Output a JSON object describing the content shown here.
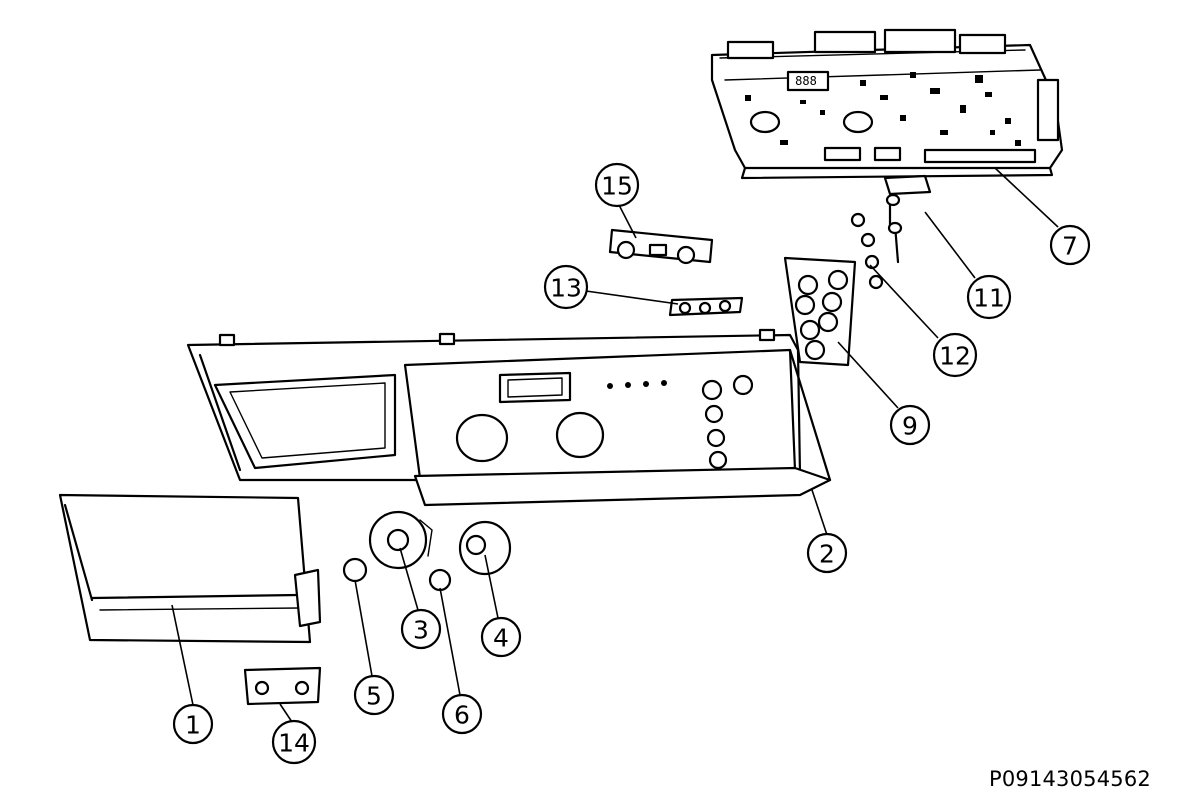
{
  "reference_code": "P09143054562",
  "callouts": [
    {
      "id": "1",
      "label": "1"
    },
    {
      "id": "2",
      "label": "2"
    },
    {
      "id": "3",
      "label": "3"
    },
    {
      "id": "4",
      "label": "4"
    },
    {
      "id": "5",
      "label": "5"
    },
    {
      "id": "6",
      "label": "6"
    },
    {
      "id": "7",
      "label": "7"
    },
    {
      "id": "9",
      "label": "9"
    },
    {
      "id": "11",
      "label": "11"
    },
    {
      "id": "12",
      "label": "12"
    },
    {
      "id": "13",
      "label": "13"
    },
    {
      "id": "14",
      "label": "14"
    },
    {
      "id": "15",
      "label": "15"
    }
  ]
}
